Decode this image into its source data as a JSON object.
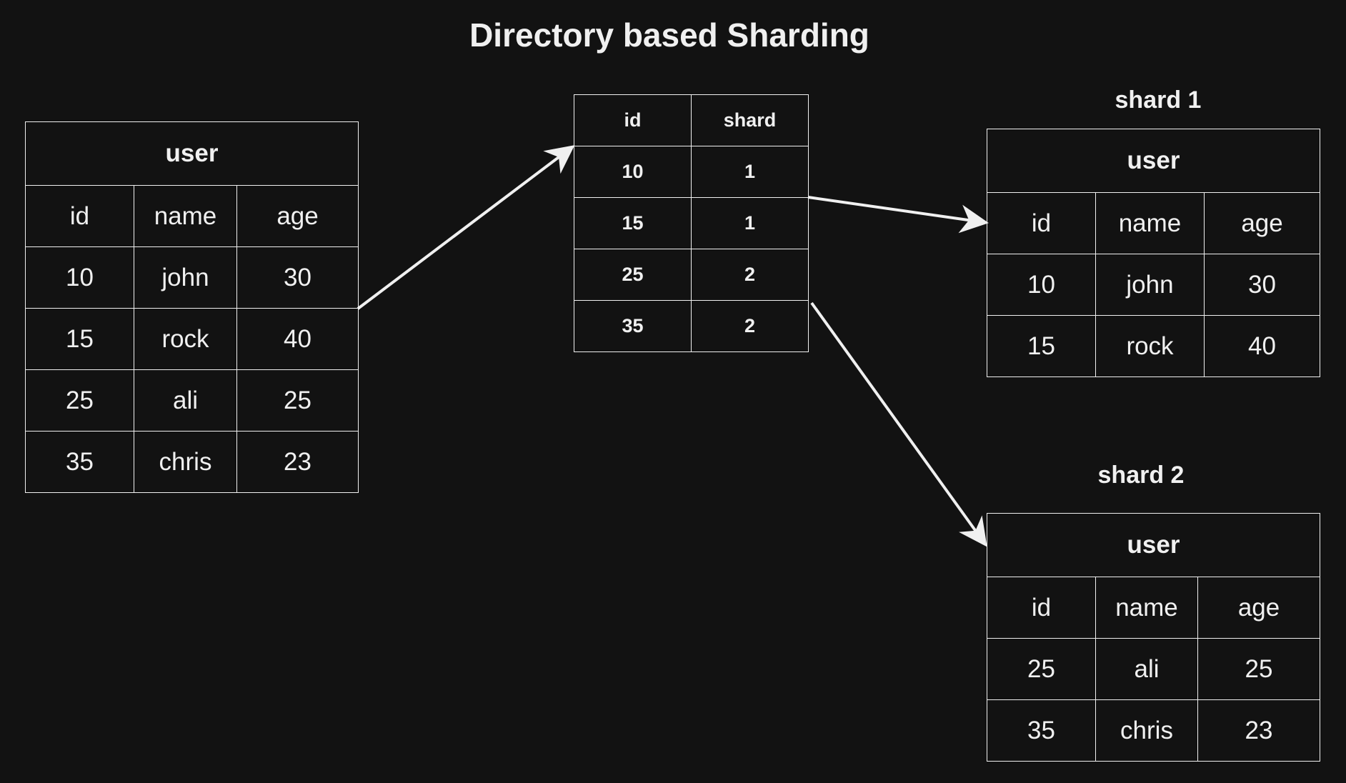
{
  "title": "Directory based Sharding",
  "source_table": {
    "caption": "user",
    "columns": [
      "id",
      "name",
      "age"
    ],
    "rows": [
      [
        "10",
        "john",
        "30"
      ],
      [
        "15",
        "rock",
        "40"
      ],
      [
        "25",
        "ali",
        "25"
      ],
      [
        "35",
        "chris",
        "23"
      ]
    ]
  },
  "directory": {
    "columns": [
      "id",
      "shard"
    ],
    "rows": [
      [
        "10",
        "1"
      ],
      [
        "15",
        "1"
      ],
      [
        "25",
        "2"
      ],
      [
        "35",
        "2"
      ]
    ]
  },
  "shard1": {
    "label": "shard 1",
    "caption": "user",
    "columns": [
      "id",
      "name",
      "age"
    ],
    "rows": [
      [
        "10",
        "john",
        "30"
      ],
      [
        "15",
        "rock",
        "40"
      ]
    ]
  },
  "shard2": {
    "label": "shard 2",
    "caption": "user",
    "columns": [
      "id",
      "name",
      "age"
    ],
    "rows": [
      [
        "25",
        "ali",
        "25"
      ],
      [
        "35",
        "chris",
        "23"
      ]
    ]
  },
  "colors": {
    "background": "#121212",
    "foreground": "#f0f0f0"
  }
}
